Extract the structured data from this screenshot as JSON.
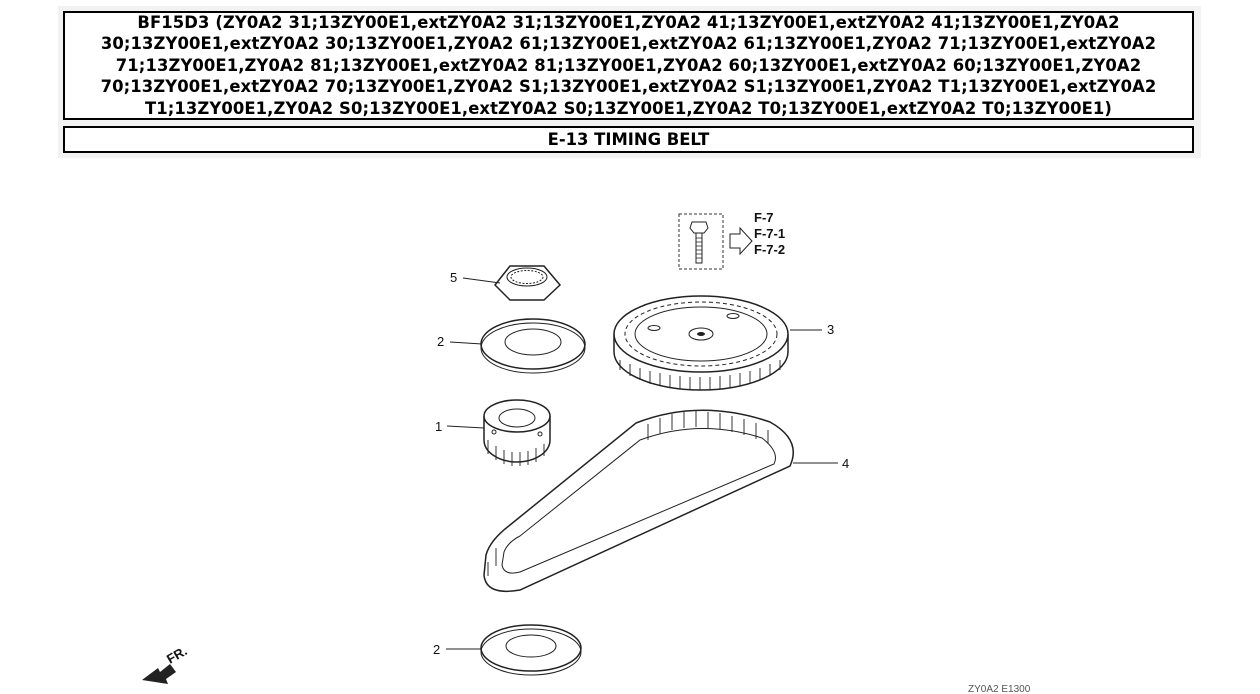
{
  "header": {
    "title": "BF15D3 (ZY0A2 31;13ZY00E1,extZY0A2 31;13ZY00E1,ZY0A2 41;13ZY00E1,extZY0A2 41;13ZY00E1,ZY0A2 30;13ZY00E1,extZY0A2 30;13ZY00E1,ZY0A2 61;13ZY00E1,extZY0A2 61;13ZY00E1,ZY0A2 71;13ZY00E1,extZY0A2 71;13ZY00E1,ZY0A2 81;13ZY00E1,extZY0A2 81;13ZY00E1,ZY0A2 60;13ZY00E1,extZY0A2 60;13ZY00E1,ZY0A2 70;13ZY00E1,extZY0A2 70;13ZY00E1,ZY0A2 S1;13ZY00E1,extZY0A2 S1;13ZY00E1,ZY0A2 T1;13ZY00E1,extZY0A2 T1;13ZY00E1,ZY0A2 S0;13ZY00E1,extZY0A2 S0;13ZY00E1,ZY0A2 T0;13ZY00E1,extZY0A2 T0;13ZY00E1)",
    "section": "E-13 TIMING BELT"
  },
  "diagram": {
    "part_labels": {
      "p1": "1",
      "p2_top": "2",
      "p2_bottom": "2",
      "p3": "3",
      "p4": "4",
      "p5": "5"
    },
    "refs": [
      "F-7",
      "F-7-1",
      "F-7-2"
    ],
    "front_label": "FR.",
    "footer_code": "ZY0A2 E1300"
  }
}
